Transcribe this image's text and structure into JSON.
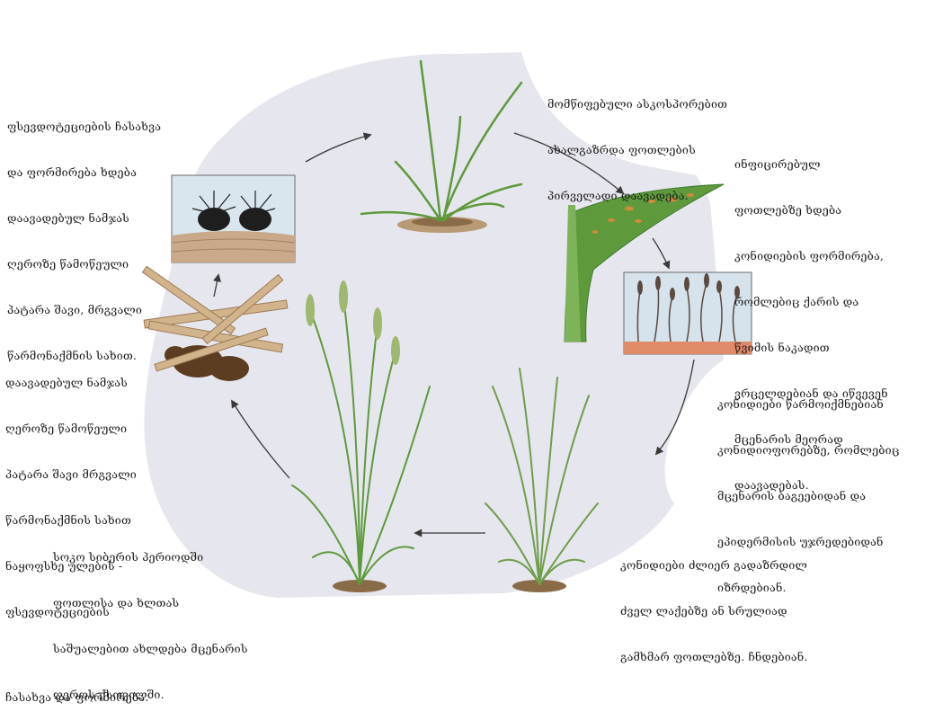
{
  "diagram": {
    "captions": {
      "top": [
        "მომწიფებული ასკოსპორებით",
        "ახალგაზრდა ფოთლების",
        "პირველადი დაავადება."
      ],
      "right_top": [
        "ინფიცირებულ",
        "ფოთლებზე ხდება",
        "კონიდიების ფორმირება,",
        "რომლებიც ქარის და",
        "წვიმის ნაკადით",
        "ვრცელდებიან და იწვევენ",
        "მცენარის მეორად",
        "დაავადებას."
      ],
      "right_middle": [
        "კონიდიები წარმოიქმნებიან",
        "კონიდიოფორებზე, რომლებიც",
        "მცენარის ბაგეებიდან და",
        "ეპიდერმისის უჯრედებიდან",
        "იზრდებიან."
      ],
      "bottom_right": [
        "კონიდიები ძლიერ გადაზრდილ",
        "ძველ ლაქებზე ან სრულიად",
        "გამხმარ ფოთლებზე. ჩნდებიან."
      ],
      "bottom_left": [
        "სოკო სიბერის პერიოდში",
        "ფოთლისა და ხლთას",
        "საშუალებით ახლდება მცენარის",
        "ღეროს ქსოვილში."
      ],
      "left_middle": [
        "დაავადებულ ნამჯას",
        "ღეროზე წამოწეული",
        "პატარა შავი მრგვალი",
        "წარმონაქმნის სახით",
        "ნაყოფსხე ულების -",
        "ფსევდოტეციების",
        "",
        "ჩასახვა და ფორმირება."
      ],
      "top_left": [
        "ფსევდოტეციების ჩასახვა",
        "და ფორმირება ხდება",
        "დაავადებულ ნამჯას",
        "ღეროზე წამოწეული",
        "პატარა შავი, მრგვალი",
        "წარმონაქმნის სახით."
      ]
    },
    "colors": {
      "background_blob": "#e6e6ee",
      "leaf_green": "#5e9a3c",
      "leaf_dark": "#3f7a2c",
      "straw": "#d2b48c",
      "soil": "#6b4a2e",
      "spore_box_bg": "#d6e2ec",
      "spot_orange": "#d18a3a",
      "conidiophore": "#5a4a40"
    },
    "icons": [
      "young-seedling-icon",
      "infected-leaf-icon",
      "conidiophores-box-icon",
      "wheat-plant-icon",
      "straw-pile-icon",
      "pseudothecia-box-icon",
      "cycle-arrow-icon"
    ]
  }
}
